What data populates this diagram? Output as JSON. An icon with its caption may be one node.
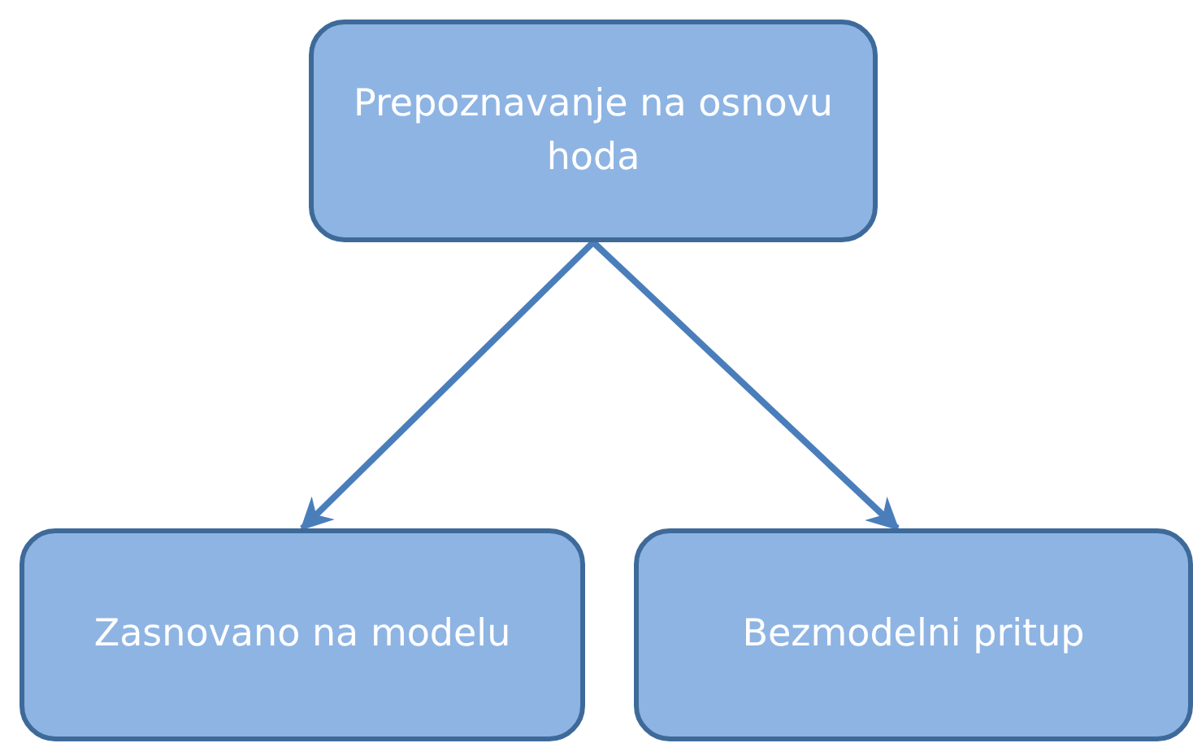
{
  "diagram": {
    "nodes": [
      {
        "text": [
          "Prepoznavanje na osnovu hoda"
        ]
      },
      {
        "text": [
          "Zasnovano na modelu"
        ]
      },
      {
        "text": [
          "Bezmodelni pritup"
        ]
      }
    ],
    "edges": [
      {
        "from": 0,
        "to": 1,
        "arrow": "to"
      },
      {
        "from": 0,
        "to": 2,
        "arrow": "to"
      }
    ]
  }
}
